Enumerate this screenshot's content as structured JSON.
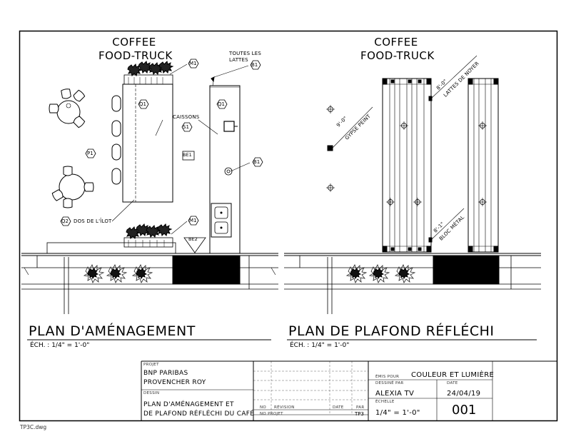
{
  "plan_left": {
    "heading_line1": "COFFEE",
    "heading_line2": "FOOD-TRUCK",
    "title": "PLAN D'AMÉNAGEMENT",
    "scale": "ÉCH. : 1/4\" = 1'-0\"",
    "tags": {
      "m1_top": "M1",
      "b1_top": "B1",
      "q1_left": "Q1",
      "q1_right": "Q1",
      "s1": "S1",
      "be1": "BE1",
      "p1": "P1",
      "b1_mid": "B1",
      "q2": "Q2",
      "m1_bottom": "M1",
      "be2": "BE2"
    },
    "labels": {
      "toutes_les": "TOUTES LES",
      "lattes": "LATTES",
      "caissons": "CAISSONS",
      "dos_ilot": "DOS DE L'ÎLOT"
    }
  },
  "plan_right": {
    "heading_line1": "COFFEE",
    "heading_line2": "FOOD-TRUCK",
    "title": "PLAN DE PLAFOND RÉFLÉCHI",
    "scale": "ÉCH. : 1/4\" = 1'-0\"",
    "labels": {
      "h9": "9'-0\"",
      "gypse": "GYPSE PEINT",
      "h8": "8'-0\"",
      "lattes_noyer": "LATTES DE NOYER",
      "h8b": "8'-1\"",
      "bloc_metal": "BLOC MÉTAL"
    }
  },
  "title_block": {
    "projet_label": "PROJET",
    "projet_line1": "BNP PARIBAS",
    "projet_line2": "PROVENCHER ROY",
    "dessin_label": "DESSIN",
    "dessin_line1": "PLAN D'AMÉNAGEMENT ET",
    "dessin_line2": "DE PLAFOND RÉFLÉCHI DU CAFÉ",
    "no_label": "NO",
    "revision_label": "RÉVISION",
    "date_label": "DATE",
    "par_label": "PAR",
    "no_projet_label": "NO PROJET",
    "no_projet_value": "TP3",
    "emis_label": "ÉMIS POUR",
    "emis_value": "COULEUR ET LUMIÈRE",
    "dessine_label": "DESSINÉ PAR",
    "dessine_value": "ALEXIA TV",
    "date2_label": "DATE",
    "date2_value": "24/04/19",
    "echelle_label": "ÉCHELLE",
    "echelle_value": "1/4\" = 1'-0\"",
    "sheet_number": "001"
  },
  "file_name": "TP3C.dwg"
}
